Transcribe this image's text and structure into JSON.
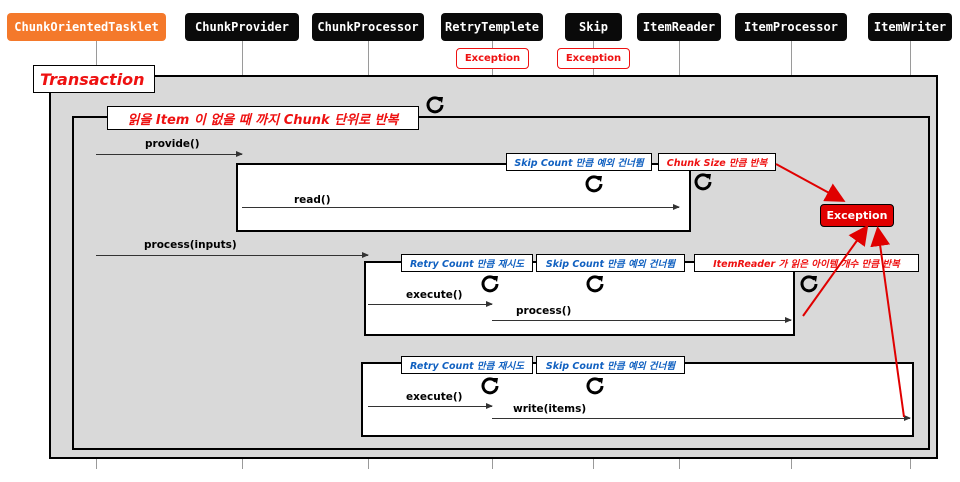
{
  "actors": {
    "chunk_oriented_tasklet": "ChunkOrientedTasklet",
    "chunk_provider": "ChunkProvider",
    "chunk_processor": "ChunkProcessor",
    "retry_template": "RetryTemplete",
    "skip": "Skip",
    "item_reader": "ItemReader",
    "item_processor": "ItemProcessor",
    "item_writer": "ItemWriter"
  },
  "exceptions": {
    "retry": "Exception",
    "skip": "Exception",
    "main": "Exception"
  },
  "transaction": {
    "label": "Transaction"
  },
  "chunk_loop": {
    "label": "읽을 Item 이 없을 때 까지 Chunk 단위로 반복"
  },
  "messages": {
    "provide": "provide()",
    "read": "read()",
    "process_inputs": "process(inputs)",
    "execute_process": "execute()",
    "process": "process()",
    "execute_write": "execute()",
    "write": "write(items)"
  },
  "tags": {
    "read_skip": "Skip Count 만큼 예외 건너뜀",
    "read_repeat": "Chunk Size 만큼 반복",
    "process_retry": "Retry Count 만큼 재시도",
    "process_skip": "Skip Count 만큼 예외 건너뜀",
    "process_repeat": "ItemReader 가 읽은 아이템 개수 만큼 반복",
    "write_retry": "Retry Count 만큼 재시도",
    "write_skip": "Skip Count 만큼 예외 건너뜀"
  },
  "colors": {
    "accent_orange": "#f4792b",
    "actor_bg": "#0a0a0a",
    "exception_red": "#e00000",
    "tag_blue": "#1060c0",
    "transaction_bg": "#d9d9d9"
  },
  "icons": [
    "refresh-icon"
  ]
}
